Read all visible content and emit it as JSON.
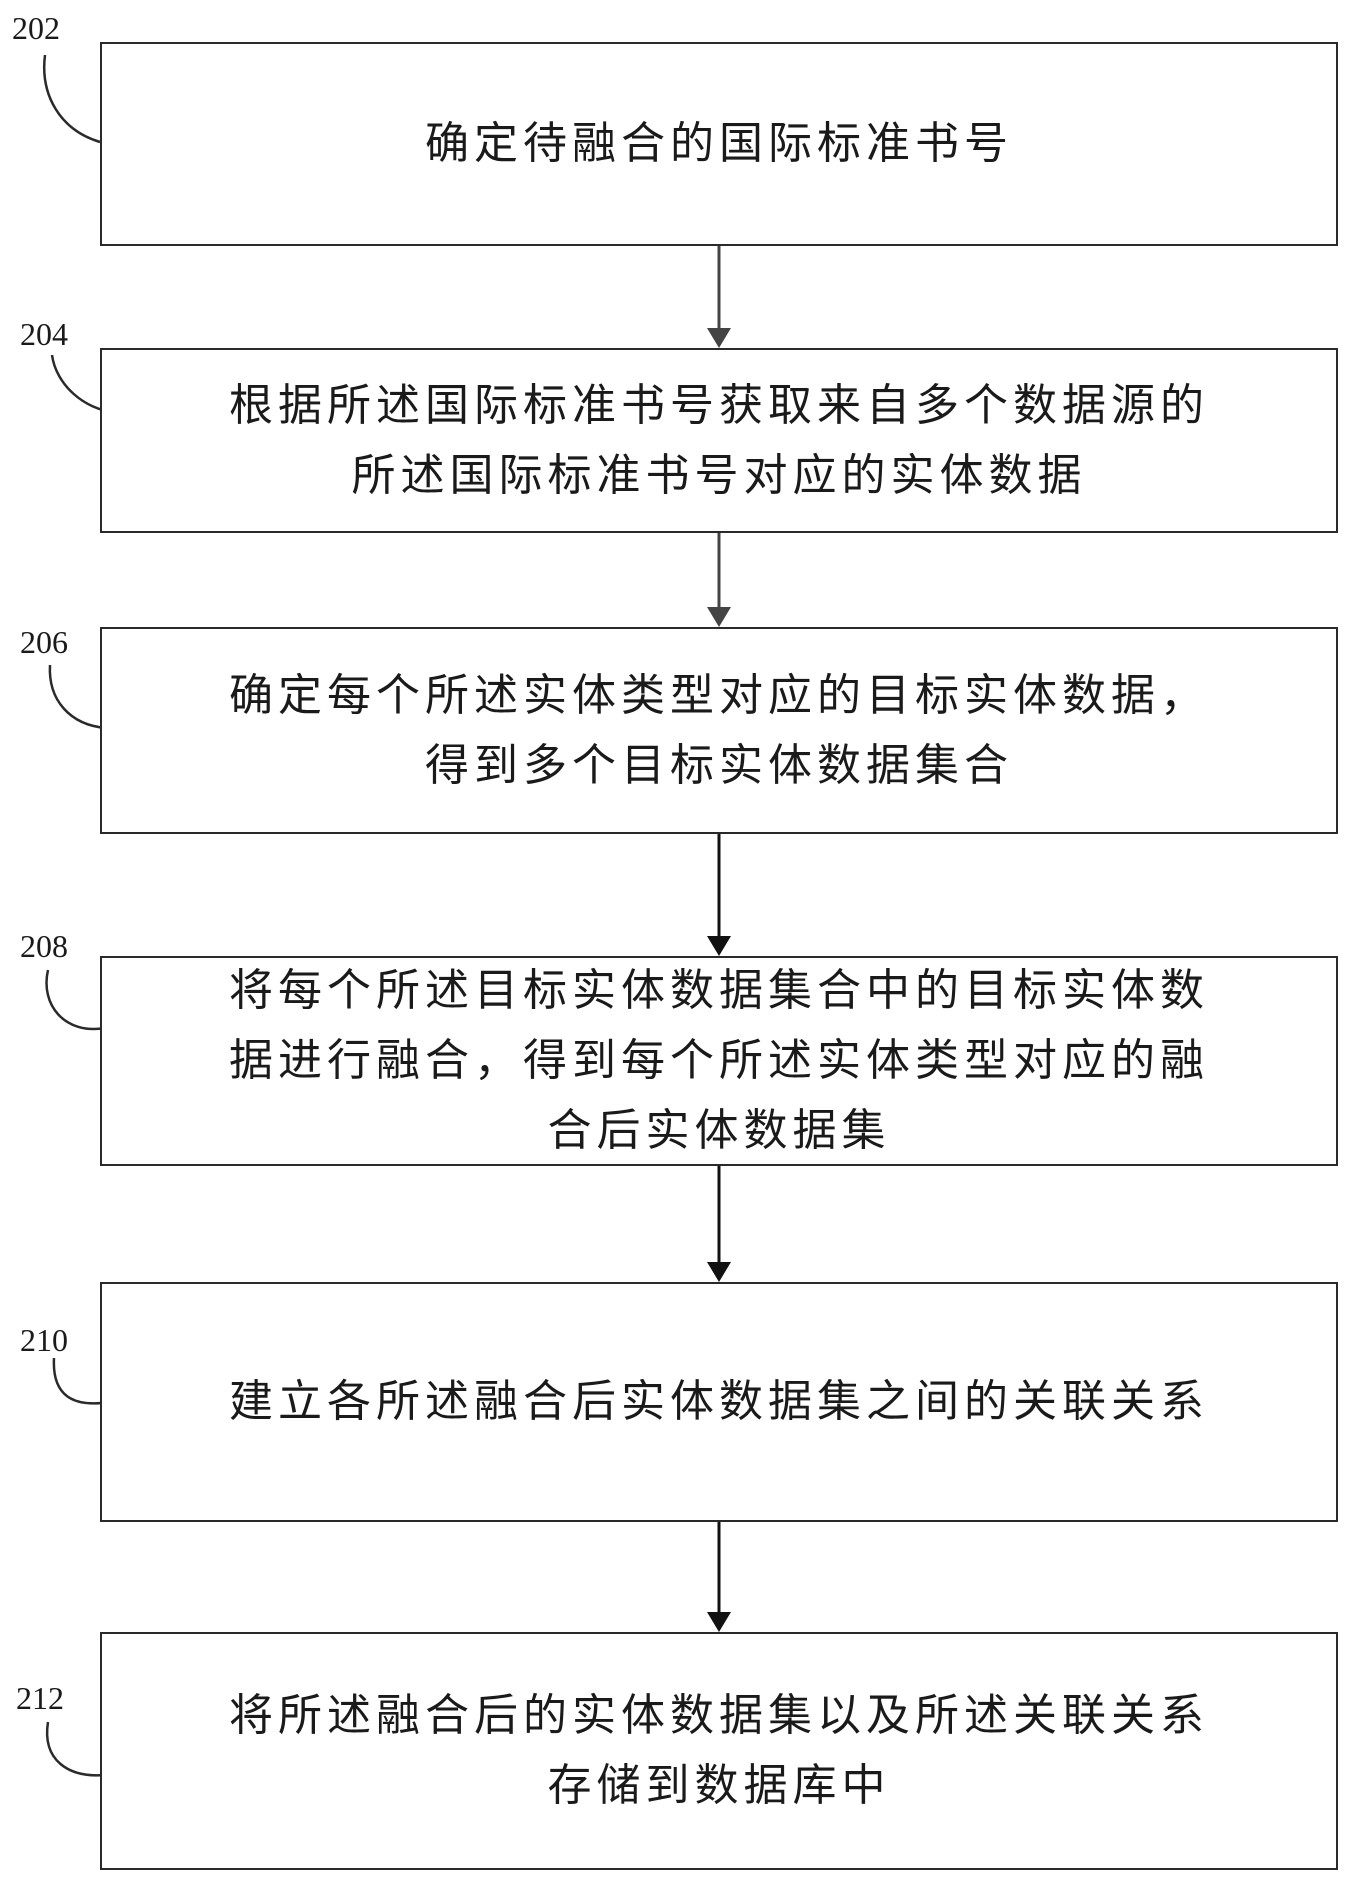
{
  "steps": [
    {
      "number": "202",
      "text": "确定待融合的国际标准书号"
    },
    {
      "number": "204",
      "text": "根据所述国际标准书号获取来自多个数据源的\n所述国际标准书号对应的实体数据"
    },
    {
      "number": "206",
      "text": "确定每个所述实体类型对应的目标实体数据，\n得到多个目标实体数据集合"
    },
    {
      "number": "208",
      "text": "将每个所述目标实体数据集合中的目标实体数\n据进行融合，得到每个所述实体类型对应的融\n合后实体数据集"
    },
    {
      "number": "210",
      "text": "建立各所述融合后实体数据集之间的关联关系"
    },
    {
      "number": "212",
      "text": "将所述融合后的实体数据集以及所述关联关系\n存储到数据库中"
    }
  ]
}
